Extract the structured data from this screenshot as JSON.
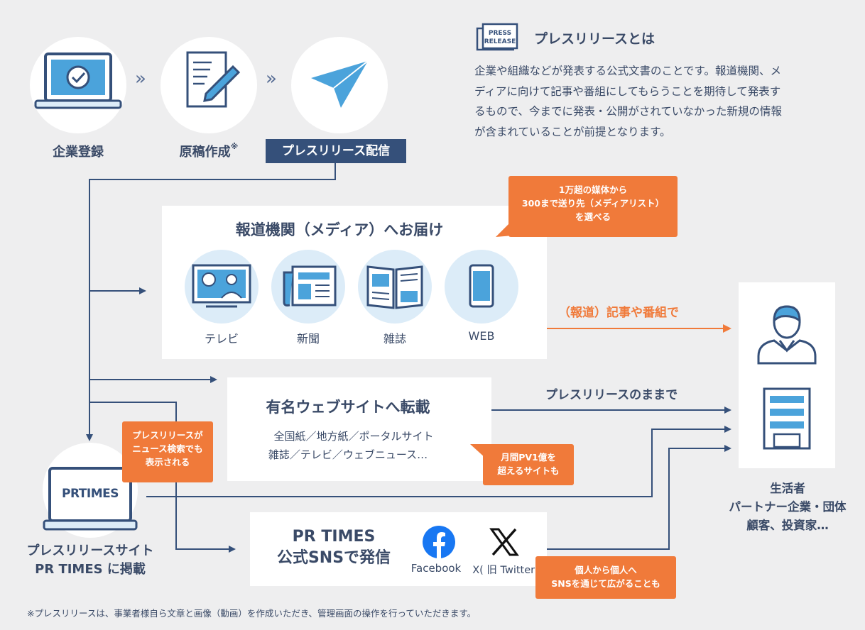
{
  "steps": [
    {
      "label": "企業登録"
    },
    {
      "label": "原稿作成"
    },
    {
      "label": "プレスリリース配信"
    }
  ],
  "step2_mark": "※",
  "chevron": "»",
  "press_icon": {
    "line1": "PRESS",
    "line2": "RELEASE"
  },
  "about": {
    "title": "プレスリリースとは",
    "lines": [
      "企業や組織などが発表する公式文書のことです。報道機関、メ",
      "ディアに向けて記事や番組にしてもらうことを期待して発表す",
      "るもので、今までに発表・公開がされていなかった新規の情報",
      "が含まれていることが前提となります。"
    ]
  },
  "media_box": {
    "title": "報道機関（メディア）へお届け",
    "items": [
      "テレビ",
      "新聞",
      "雑誌",
      "WEB"
    ],
    "note": [
      "1万超の媒体から",
      "300まで送り先（メディアリスト）",
      "を選べる"
    ]
  },
  "web_box": {
    "title": "有名ウェブサイトへ転載",
    "line1": "全国紙／地方紙／ポータルサイト",
    "line2": "雑誌／テレビ／ウェブニュース…",
    "note": [
      "月間PV1億を",
      "超えるサイトも"
    ]
  },
  "prtimes": {
    "logo": "PRTIMES",
    "note": [
      "プレスリリースが",
      "ニュース検索でも",
      "表示される"
    ],
    "caption": [
      "プレスリリースサイト",
      "PR TIMES に掲載"
    ]
  },
  "sns_box": {
    "title": [
      "PR TIMES",
      "公式SNSで発信"
    ],
    "facebook": "Facebook",
    "x": "X( 旧 Twitter)",
    "note": [
      "個人から個人へ",
      "SNSを通じて広がることも"
    ]
  },
  "flows": {
    "media": "（報道）記事や番組で",
    "direct": "プレスリリースのままで"
  },
  "audience": [
    "生活者",
    "パートナー企業・団体",
    "顧客、投資家…"
  ],
  "footnote": "※プレスリリースは、事業者様自ら文章と画像（動画）を作成いただき、管理画面の操作を行っていただきます。",
  "colors": {
    "navy": "#35507a",
    "orange": "#f07a3a",
    "light_blue": "#dcecf8",
    "accent_blue": "#4ba3db"
  }
}
